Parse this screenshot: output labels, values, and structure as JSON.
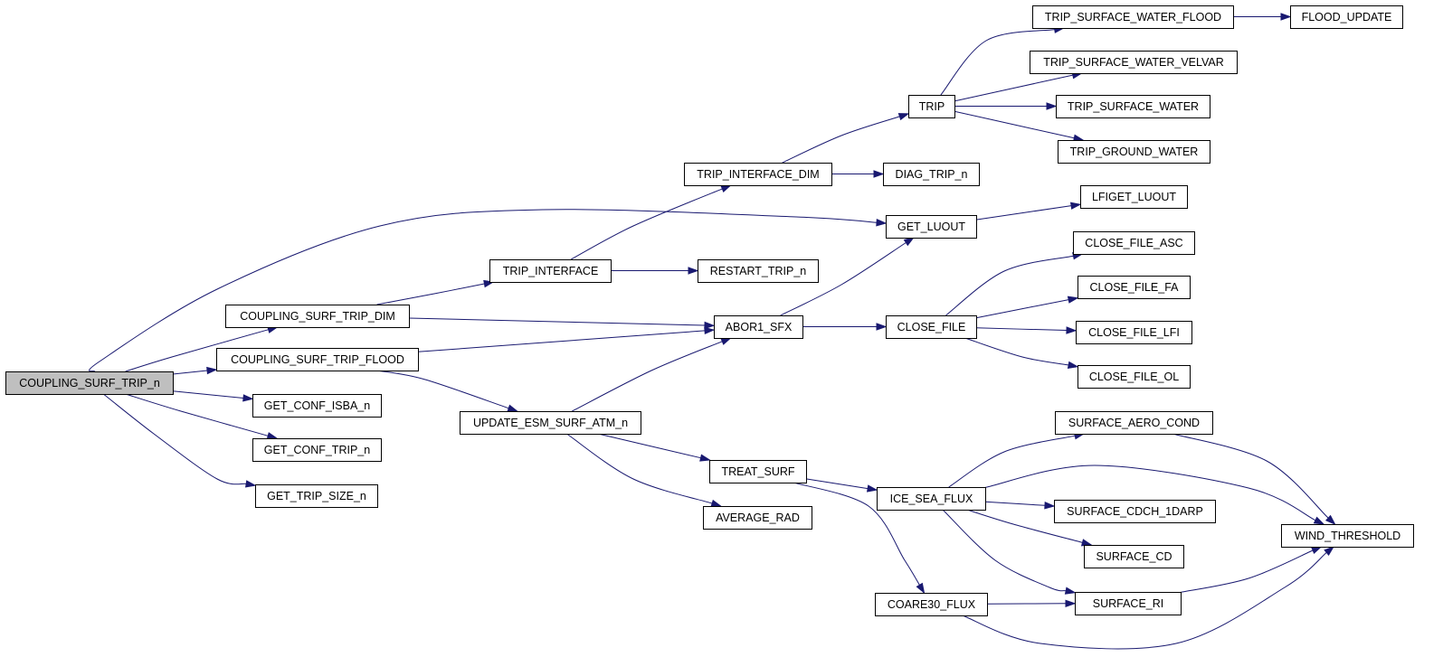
{
  "graph": {
    "colors": {
      "edge": "#191970",
      "node_border": "#000000",
      "node_fill": "#ffffff",
      "root_fill": "#bfbfbf"
    },
    "nodes": [
      {
        "id": "coupling_surf_trip_n",
        "label": "COUPLING_SURF_TRIP_n",
        "root": true
      },
      {
        "id": "coupling_surf_trip_dim",
        "label": "COUPLING_SURF_TRIP_DIM"
      },
      {
        "id": "coupling_surf_trip_flood",
        "label": "COUPLING_SURF_TRIP_FLOOD"
      },
      {
        "id": "get_conf_isba_n",
        "label": "GET_CONF_ISBA_n"
      },
      {
        "id": "get_conf_trip_n",
        "label": "GET_CONF_TRIP_n"
      },
      {
        "id": "get_trip_size_n",
        "label": "GET_TRIP_SIZE_n"
      },
      {
        "id": "trip_interface",
        "label": "TRIP_INTERFACE"
      },
      {
        "id": "update_esm_surf_atm_n",
        "label": "UPDATE_ESM_SURF_ATM_n"
      },
      {
        "id": "trip_interface_dim",
        "label": "TRIP_INTERFACE_DIM"
      },
      {
        "id": "restart_trip_n",
        "label": "RESTART_TRIP_n"
      },
      {
        "id": "abor1_sfx",
        "label": "ABOR1_SFX"
      },
      {
        "id": "treat_surf",
        "label": "TREAT_SURF"
      },
      {
        "id": "average_rad",
        "label": "AVERAGE_RAD"
      },
      {
        "id": "trip",
        "label": "TRIP"
      },
      {
        "id": "diag_trip_n",
        "label": "DIAG_TRIP_n"
      },
      {
        "id": "get_luout",
        "label": "GET_LUOUT"
      },
      {
        "id": "close_file",
        "label": "CLOSE_FILE"
      },
      {
        "id": "ice_sea_flux",
        "label": "ICE_SEA_FLUX"
      },
      {
        "id": "coare30_flux",
        "label": "COARE30_FLUX"
      },
      {
        "id": "trip_surface_water_flood",
        "label": "TRIP_SURFACE_WATER_FLOOD"
      },
      {
        "id": "trip_surface_water_velvar",
        "label": "TRIP_SURFACE_WATER_VELVAR"
      },
      {
        "id": "trip_surface_water",
        "label": "TRIP_SURFACE_WATER"
      },
      {
        "id": "trip_ground_water",
        "label": "TRIP_GROUND_WATER"
      },
      {
        "id": "lfiget_luout",
        "label": "LFIGET_LUOUT"
      },
      {
        "id": "close_file_asc",
        "label": "CLOSE_FILE_ASC"
      },
      {
        "id": "close_file_fa",
        "label": "CLOSE_FILE_FA"
      },
      {
        "id": "close_file_lfi",
        "label": "CLOSE_FILE_LFI"
      },
      {
        "id": "close_file_ol",
        "label": "CLOSE_FILE_OL"
      },
      {
        "id": "surface_aero_cond",
        "label": "SURFACE_AERO_COND"
      },
      {
        "id": "surface_cdch_1darp",
        "label": "SURFACE_CDCH_1DARP"
      },
      {
        "id": "surface_cd",
        "label": "SURFACE_CD"
      },
      {
        "id": "surface_ri",
        "label": "SURFACE_RI"
      },
      {
        "id": "flood_update",
        "label": "FLOOD_UPDATE"
      },
      {
        "id": "wind_threshold",
        "label": "WIND_THRESHOLD"
      }
    ],
    "edges": [
      [
        "coupling_surf_trip_n",
        "coupling_surf_trip_dim"
      ],
      [
        "coupling_surf_trip_n",
        "coupling_surf_trip_flood"
      ],
      [
        "coupling_surf_trip_n",
        "get_conf_isba_n"
      ],
      [
        "coupling_surf_trip_n",
        "get_conf_trip_n"
      ],
      [
        "coupling_surf_trip_n",
        "get_trip_size_n"
      ],
      [
        "coupling_surf_trip_n",
        "get_luout"
      ],
      [
        "coupling_surf_trip_dim",
        "trip_interface"
      ],
      [
        "coupling_surf_trip_dim",
        "abor1_sfx"
      ],
      [
        "coupling_surf_trip_flood",
        "abor1_sfx"
      ],
      [
        "coupling_surf_trip_flood",
        "update_esm_surf_atm_n"
      ],
      [
        "trip_interface",
        "trip_interface_dim"
      ],
      [
        "trip_interface",
        "restart_trip_n"
      ],
      [
        "update_esm_surf_atm_n",
        "abor1_sfx"
      ],
      [
        "update_esm_surf_atm_n",
        "treat_surf"
      ],
      [
        "update_esm_surf_atm_n",
        "average_rad"
      ],
      [
        "trip_interface_dim",
        "trip"
      ],
      [
        "trip_interface_dim",
        "diag_trip_n"
      ],
      [
        "abor1_sfx",
        "get_luout"
      ],
      [
        "abor1_sfx",
        "close_file"
      ],
      [
        "treat_surf",
        "ice_sea_flux"
      ],
      [
        "treat_surf",
        "coare30_flux"
      ],
      [
        "trip",
        "trip_surface_water_flood"
      ],
      [
        "trip",
        "trip_surface_water_velvar"
      ],
      [
        "trip",
        "trip_surface_water"
      ],
      [
        "trip",
        "trip_ground_water"
      ],
      [
        "trip_surface_water_flood",
        "flood_update"
      ],
      [
        "get_luout",
        "lfiget_luout"
      ],
      [
        "close_file",
        "close_file_asc"
      ],
      [
        "close_file",
        "close_file_fa"
      ],
      [
        "close_file",
        "close_file_lfi"
      ],
      [
        "close_file",
        "close_file_ol"
      ],
      [
        "ice_sea_flux",
        "surface_aero_cond"
      ],
      [
        "ice_sea_flux",
        "wind_threshold"
      ],
      [
        "ice_sea_flux",
        "surface_cdch_1darp"
      ],
      [
        "ice_sea_flux",
        "surface_cd"
      ],
      [
        "ice_sea_flux",
        "surface_ri"
      ],
      [
        "coare30_flux",
        "surface_ri"
      ],
      [
        "coare30_flux",
        "wind_threshold"
      ],
      [
        "surface_aero_cond",
        "wind_threshold"
      ],
      [
        "surface_ri",
        "wind_threshold"
      ]
    ]
  }
}
